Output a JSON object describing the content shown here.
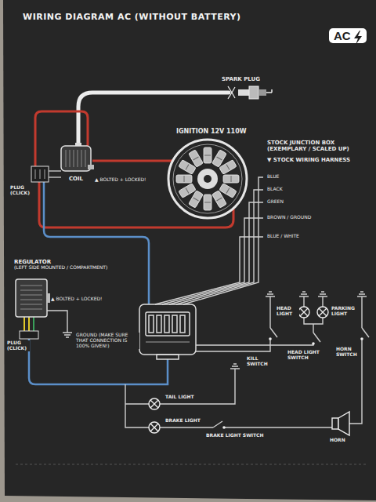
{
  "diagram": {
    "title": "WIRING DIAGRAM AC (WITHOUT BATTERY)",
    "nodes": [
      {
        "text": [
          "AC"
        ]
      },
      {
        "text": [
          "COIL"
        ]
      },
      {
        "text": [
          "REGULATOR",
          "(LEFT SIDE MOUNTED / COMPARTMENT)"
        ]
      }
    ],
    "labels": [
      "SPARK PLUG",
      "IGNITION 12V 110W",
      "PLUG (CLICK)",
      "▲ BOLTED + LOCKED!",
      "STOCK JUNCTION BOX (EXEMPLARY / SCALED UP)",
      "▼ STOCK WIRING HARNESS",
      "BLUE",
      "BLACK",
      "GREEN",
      "BROWN / GROUND",
      "BLUE / WHITE",
      "▲ BOLTED + LOCKED!",
      "PLUG (CLICK)",
      "GROUND (MAKE SURE THAT CONNECTION IS 100% GIVEN!)",
      "HEAD LIGHT",
      "PARKING LIGHT",
      "KILL SWITCH",
      "HEAD LIGHT SWITCH",
      "HORN SWITCH",
      "TAIL LIGHT",
      "BRAKE LIGHT",
      "BRAKE LIGHT SWITCH",
      "HORN"
    ]
  }
}
